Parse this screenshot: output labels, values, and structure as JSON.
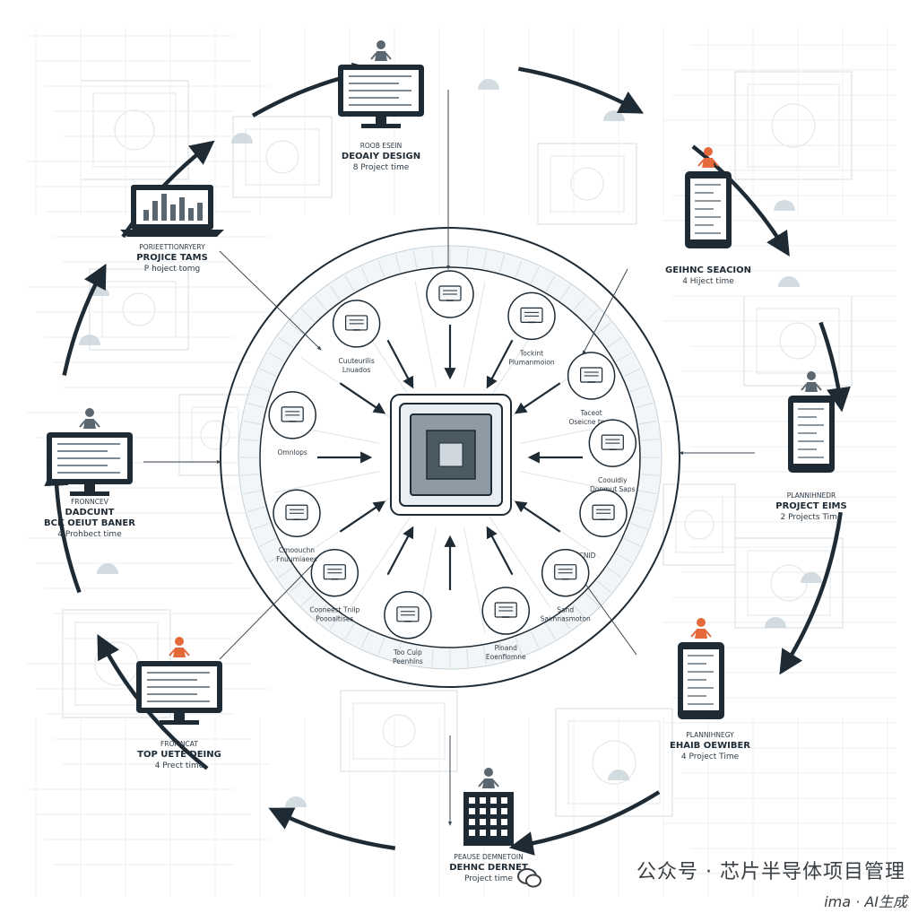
{
  "center": {
    "icon": "microchip-icon"
  },
  "stations": [
    {
      "id": "top",
      "lines": [
        "ROOB ESEIN",
        "DEOAIY DESIGN",
        "8 Project time"
      ],
      "device": "monitor",
      "person": "dark"
    },
    {
      "id": "upper-right",
      "lines": [
        "",
        "GEIHNC SEACION",
        "4 Hiject time"
      ],
      "device": "tablet",
      "person": "orange"
    },
    {
      "id": "right",
      "lines": [
        "PLANNIHNEDR",
        "PROJECT EIMS",
        "2 Projects Time"
      ],
      "device": "tablet",
      "person": "dark"
    },
    {
      "id": "lower-right",
      "lines": [
        "PLANNIHNEGY",
        "EHAIB OEWIBER",
        "4 Project Time"
      ],
      "device": "tablet",
      "person": "orange"
    },
    {
      "id": "bottom",
      "lines": [
        "PEAUSE DEMNETOIN",
        "DEHNC DERNET",
        "Project time"
      ],
      "device": "building",
      "person": "dark"
    },
    {
      "id": "lower-left",
      "lines": [
        "FROMNCAT",
        "TOP UETE DEING",
        "4 Prect time"
      ],
      "device": "monitor",
      "person": "orange"
    },
    {
      "id": "left",
      "lines": [
        "FRONNCEV",
        "DADCUNT",
        "BCK OEIUT BANER",
        "4 Prohbect time"
      ],
      "device": "monitor",
      "person": "dark"
    },
    {
      "id": "upper-left",
      "lines": [
        "PORIEETTIONRYERY",
        "PROJICE TAMS",
        "P hoject tomg"
      ],
      "device": "laptop",
      "person": "none"
    }
  ],
  "inner_nodes": [
    {
      "lines": [
        "",
        ""
      ]
    },
    {
      "lines": [
        "Tockint",
        "Plumanmoion"
      ]
    },
    {
      "lines": [
        "Taceot",
        "Oseicne tnmt"
      ]
    },
    {
      "lines": [
        "Coouidiy",
        "Donmut Saps"
      ]
    },
    {
      "lines": [
        "CNID",
        ""
      ]
    },
    {
      "lines": [
        "Sand",
        "Saimnasmoton"
      ]
    },
    {
      "lines": [
        "Pinand",
        "Eoenfiomne"
      ]
    },
    {
      "lines": [
        "Too Cuip",
        "Peenhins"
      ]
    },
    {
      "lines": [
        "Cooneest Tnilp",
        "Poooaltises"
      ]
    },
    {
      "lines": [
        "Cmoouchn",
        "Fnuumiaees"
      ]
    },
    {
      "lines": [
        "Omnlops",
        ""
      ]
    },
    {
      "lines": [
        "Cuuteurilis",
        "Lnuados"
      ]
    }
  ],
  "watermark": {
    "brand": "公众号 · 芯片半导体项目管理",
    "tag": "ima · AI生成"
  },
  "colors": {
    "dark": "#1e2a34",
    "accent": "#e46a3c",
    "light": "#dfe6ec",
    "faint": "#eef2f5"
  }
}
